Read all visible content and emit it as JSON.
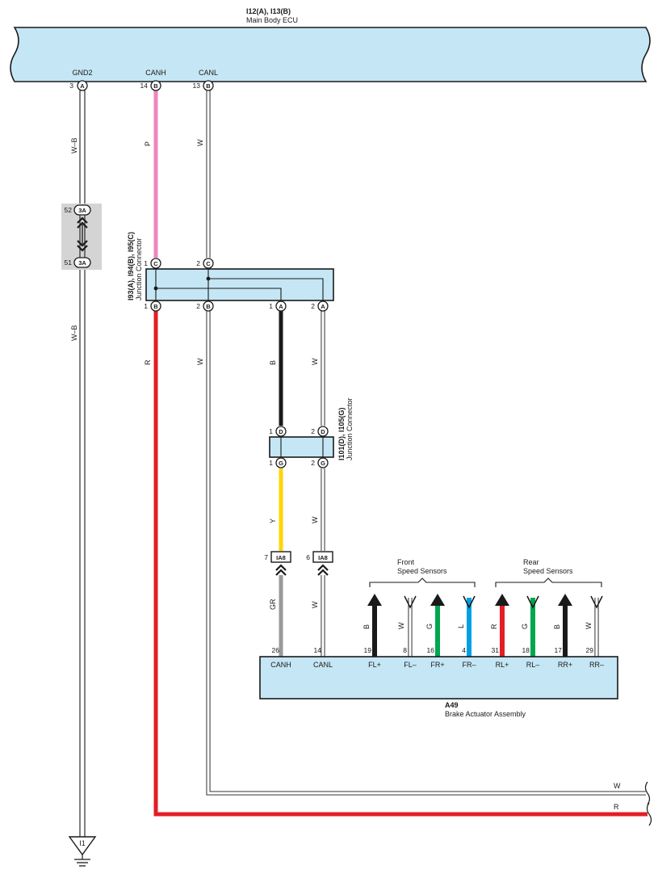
{
  "colors": {
    "ecu_fill": "#c5e6f4",
    "pink": "#ee86bf",
    "red": "#e31e24",
    "black": "#1a1a1a",
    "yellow": "#ffd500",
    "gray": "#9a9a9a",
    "green": "#00a650",
    "blue": "#00a0e3",
    "white": "#ffffff",
    "inline_bg": "#d4d4d4"
  },
  "ecu": {
    "codes": "I12(A), I13(B)",
    "name": "Main Body ECU",
    "pins": [
      {
        "num": "3",
        "conn": "A",
        "name": "GND2"
      },
      {
        "num": "14",
        "conn": "B",
        "name": "CANH"
      },
      {
        "num": "13",
        "conn": "B",
        "name": "CANL"
      }
    ]
  },
  "inline": {
    "pin_top": "52",
    "pin_bottom": "51",
    "conn": "3A"
  },
  "jc1": {
    "codes": "I93(A), I94(B), I95(C)",
    "name": "Junction Connector",
    "top_pins": [
      {
        "num": "1",
        "conn": "C"
      },
      {
        "num": "2",
        "conn": "C"
      }
    ],
    "bottom_pins": [
      {
        "num": "1",
        "conn": "B"
      },
      {
        "num": "2",
        "conn": "B"
      },
      {
        "num": "1",
        "conn": "A"
      },
      {
        "num": "2",
        "conn": "A"
      }
    ]
  },
  "jc2": {
    "codes": "I101(D), I105(G)",
    "name": "Junction Connector",
    "top_pins": [
      {
        "num": "1",
        "conn": "D"
      },
      {
        "num": "2",
        "conn": "D"
      }
    ],
    "bottom_pins": [
      {
        "num": "1",
        "conn": "G"
      },
      {
        "num": "2",
        "conn": "G"
      }
    ]
  },
  "ia8": {
    "pin_left": "7",
    "pin_right": "6",
    "conn": "IA8"
  },
  "actuator": {
    "code": "A49",
    "name": "Brake Actuator Assembly",
    "pins": [
      {
        "num": "26",
        "name": "CANH"
      },
      {
        "num": "14",
        "name": "CANL"
      },
      {
        "num": "19",
        "name": "FL+"
      },
      {
        "num": "8",
        "name": "FL–"
      },
      {
        "num": "16",
        "name": "FR+"
      },
      {
        "num": "4",
        "name": "FR–"
      },
      {
        "num": "31",
        "name": "RL+"
      },
      {
        "num": "18",
        "name": "RL–"
      },
      {
        "num": "17",
        "name": "RR+"
      },
      {
        "num": "29",
        "name": "RR–"
      }
    ],
    "groups": [
      {
        "line1": "Front",
        "line2": "Speed Sensors"
      },
      {
        "line1": "Rear",
        "line2": "Speed Sensors"
      }
    ]
  },
  "wires": {
    "gnd_top": "W–B",
    "gnd_bottom": "W–B",
    "canh_top": "P",
    "canl_top": "W",
    "canh_main": "R",
    "canl_main": "W",
    "jc_to_jc2_h": "B",
    "jc_to_jc2_l": "W",
    "jc2_to_ia8_h": "Y",
    "jc2_to_ia8_l": "W",
    "ia8_to_act_h": "GR",
    "ia8_to_act_l": "W",
    "sensors": [
      "B",
      "W",
      "G",
      "L",
      "R",
      "G",
      "B",
      "W"
    ],
    "exit_w": "W",
    "exit_r": "R"
  },
  "ground": {
    "label": "I1"
  }
}
